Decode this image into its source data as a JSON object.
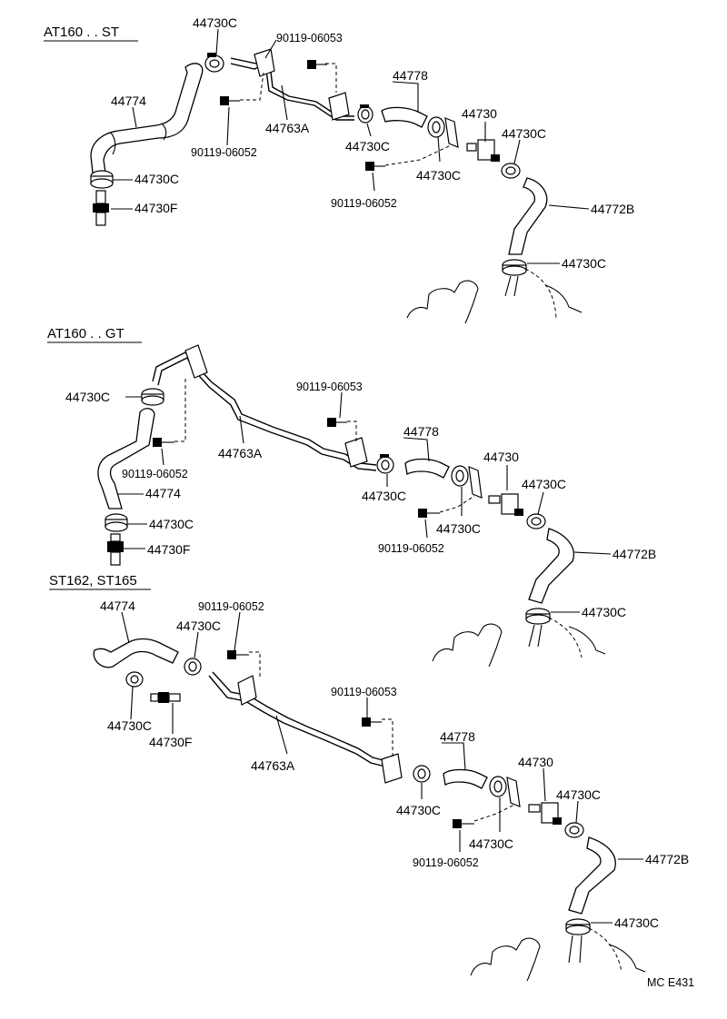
{
  "sections": [
    {
      "title": "AT160 . . ST",
      "labels": {
        "clamp_top": "44730C",
        "bolt_top": "90119-06053",
        "hose_left": "44774",
        "pipe": "44763A",
        "bolt_left": "90119-06052",
        "clamp_mid": "44730C",
        "hose_short": "44778",
        "valve": "44730",
        "clamp_valve_right": "44730C",
        "clamp_bracket": "44730C",
        "bolt_bracket": "90119-06052",
        "clamp_left_bottom": "44730C",
        "union": "44730F",
        "hose_right": "44772B",
        "clamp_engine": "44730C"
      }
    },
    {
      "title": "AT160 . . GT",
      "labels": {
        "clamp_left_top": "44730C",
        "bolt_top": "90119-06053",
        "hose_short": "44778",
        "bolt_left": "90119-06052",
        "pipe": "44763A",
        "valve": "44730",
        "hose_left": "44774",
        "clamp_mid": "44730C",
        "clamp_valve_right": "44730C",
        "clamp_left_bottom": "44730C",
        "clamp_bracket": "44730C",
        "union": "44730F",
        "bolt_bracket": "90119-06052",
        "hose_right": "44772B",
        "clamp_engine": "44730C"
      }
    },
    {
      "title": "ST162, ST165",
      "labels": {
        "hose_left": "44774",
        "bolt_left": "90119-06052",
        "clamp_top": "44730C",
        "bolt_top": "90119-06053",
        "clamp_left_bottom": "44730C",
        "union": "44730F",
        "hose_short": "44778",
        "valve": "44730",
        "pipe": "44763A",
        "clamp_valve_right": "44730C",
        "clamp_mid": "44730C",
        "clamp_bracket": "44730C",
        "hose_right": "44772B",
        "bolt_bracket": "90119-06052",
        "clamp_engine": "44730C"
      }
    }
  ],
  "footer": {
    "code": "MC E431"
  },
  "icons": [
    "hose-icon",
    "hose-clamp-icon",
    "bolt-icon",
    "vacuum-valve-icon",
    "union-fitting-icon",
    "pipe-bracket-icon",
    "engine-outline-icon"
  ]
}
